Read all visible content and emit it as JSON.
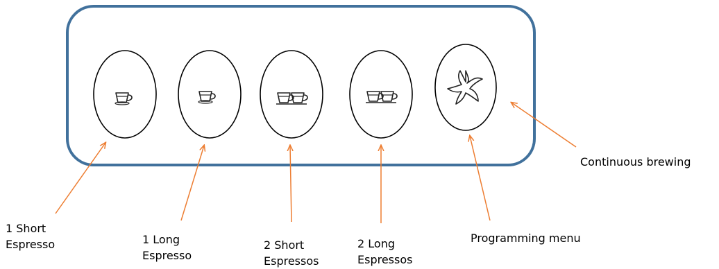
{
  "panel": {
    "border_color": "#41719c",
    "arrow_color": "#ed7d31",
    "buttons": [
      {
        "icon": "short-espresso-cup-icon"
      },
      {
        "icon": "long-espresso-cup-icon"
      },
      {
        "icon": "two-short-espressos-cups-icon"
      },
      {
        "icon": "two-long-espressos-cups-icon"
      },
      {
        "icon": "programming-star-icon"
      }
    ]
  },
  "labels": {
    "one_short_espresso": "1 Short\nEspresso",
    "one_long_espresso": "1 Long\nEspresso",
    "two_short_espressos": "2 Short\nEspressos",
    "two_long_espressos": "2 Long\nEspressos",
    "programming_menu": "Programming menu",
    "continuous_brewing": "Continuous brewing"
  }
}
